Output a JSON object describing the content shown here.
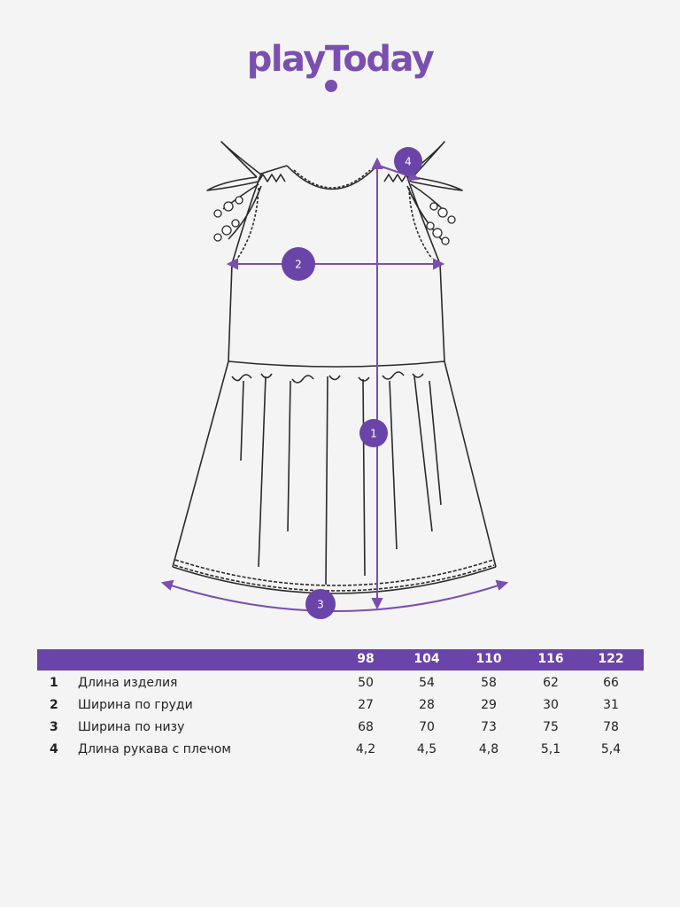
{
  "brand": {
    "logo_text": "playToday"
  },
  "markers": [
    "1",
    "2",
    "3",
    "4"
  ],
  "table": {
    "sizes": [
      "98",
      "104",
      "110",
      "116",
      "122"
    ],
    "rows": [
      {
        "num": "1",
        "name": "Длина изделия",
        "values": [
          "50",
          "54",
          "58",
          "62",
          "66"
        ]
      },
      {
        "num": "2",
        "name": "Ширина по груди",
        "values": [
          "27",
          "28",
          "29",
          "30",
          "31"
        ]
      },
      {
        "num": "3",
        "name": "Ширина по низу",
        "values": [
          "68",
          "70",
          "73",
          "75",
          "78"
        ]
      },
      {
        "num": "4",
        "name": "Длина рукава с плечом",
        "values": [
          "4,2",
          "4,5",
          "4,8",
          "5,1",
          "5,4"
        ]
      }
    ]
  },
  "colors": {
    "accent": "#6a44a8",
    "line": "#7a4fb0",
    "background": "#f4f4f4"
  }
}
